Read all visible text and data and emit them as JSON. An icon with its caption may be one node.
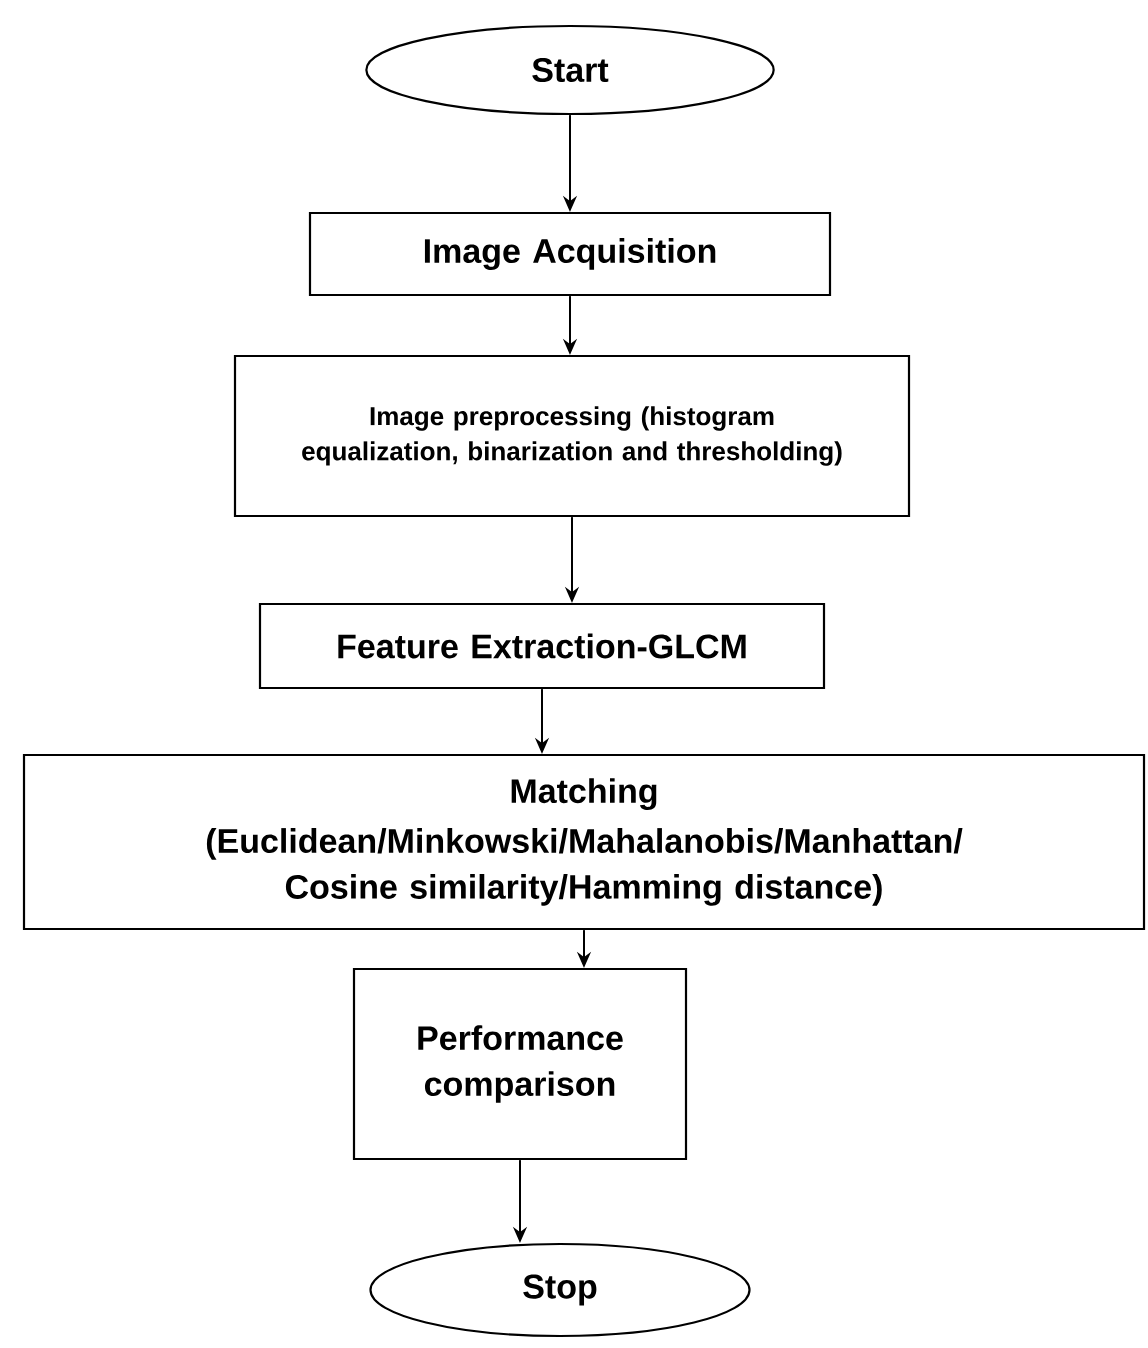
{
  "diagram": {
    "nodes": [
      {
        "text": [
          "Start"
        ]
      },
      {
        "text": [
          "Image Acquisition"
        ]
      },
      {
        "text": [
          "Image preprocessing (histogram equalization, binarization and thresholding)"
        ]
      },
      {
        "text": [
          "Feature Extraction-GLCM"
        ]
      },
      {
        "text": [
          "Matching",
          "(Euclidean/Minkowski/Mahalanobis/Manhattan/ Cosine similarity/Hamming distance)"
        ]
      },
      {
        "text": [
          "Performance comparison"
        ]
      },
      {
        "text": [
          "Stop"
        ]
      }
    ],
    "edges": [
      {
        "from": 0,
        "to": 1,
        "arrow": "to"
      },
      {
        "from": 1,
        "to": 2,
        "arrow": "to"
      },
      {
        "from": 2,
        "to": 3,
        "arrow": "to"
      },
      {
        "from": 3,
        "to": 4,
        "arrow": "to"
      },
      {
        "from": 4,
        "to": 5,
        "arrow": "to"
      },
      {
        "from": 5,
        "to": 6,
        "arrow": "to"
      }
    ]
  }
}
